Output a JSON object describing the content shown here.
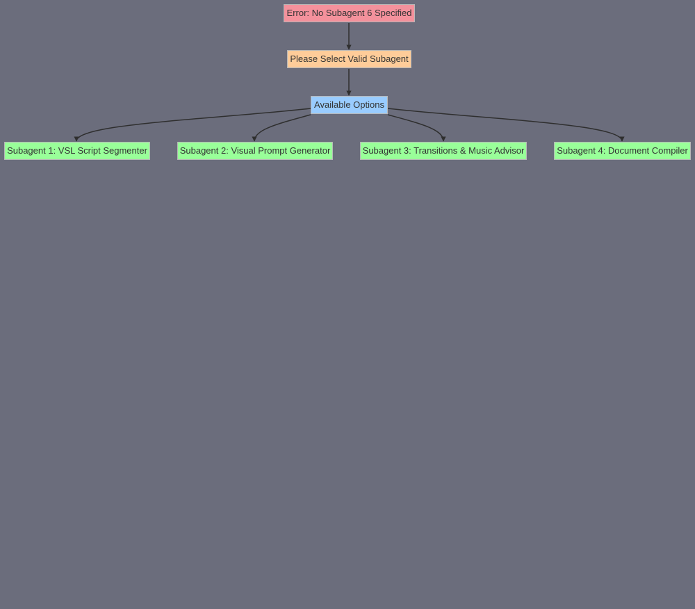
{
  "nodes": {
    "error": {
      "label": "Error: No Subagent 6 Specified",
      "color": "#f4919c"
    },
    "prompt": {
      "label": "Please Select Valid Subagent",
      "color": "#ffcc99"
    },
    "options": {
      "label": "Available Options",
      "color": "#99ccff"
    },
    "subagents": [
      {
        "label": "Subagent 1: VSL Script Segmenter",
        "color": "#99ff99"
      },
      {
        "label": "Subagent 2: Visual Prompt Generator",
        "color": "#99ff99"
      },
      {
        "label": "Subagent 3: Transitions & Music Advisor",
        "color": "#99ff99"
      },
      {
        "label": "Subagent 4: Document Compiler",
        "color": "#99ff99"
      }
    ]
  },
  "edges": [
    {
      "from": "error",
      "to": "prompt"
    },
    {
      "from": "prompt",
      "to": "options"
    },
    {
      "from": "options",
      "to": "subagent-1"
    },
    {
      "from": "options",
      "to": "subagent-2"
    },
    {
      "from": "options",
      "to": "subagent-3"
    },
    {
      "from": "options",
      "to": "subagent-4"
    }
  ]
}
